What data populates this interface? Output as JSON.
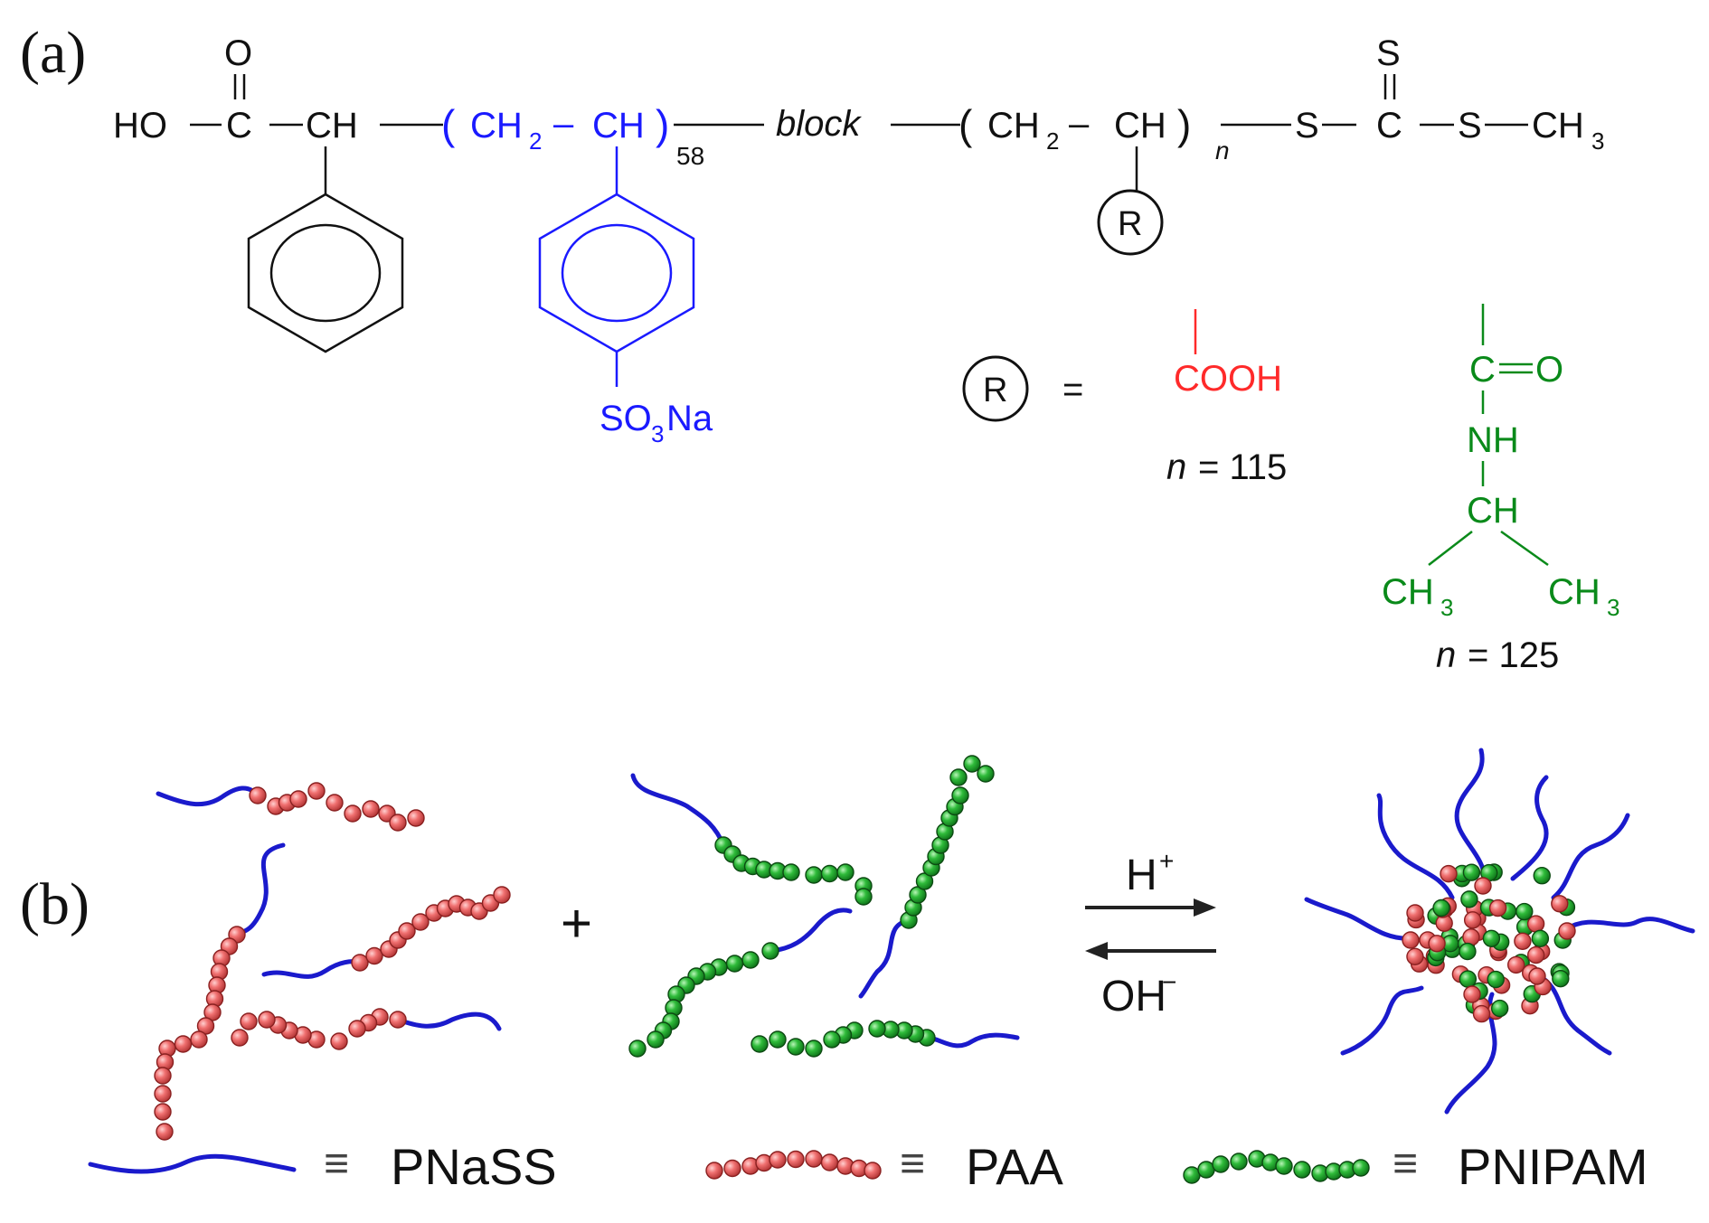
{
  "panel_a": {
    "label": "(a)",
    "colors": {
      "black": "#111111",
      "blue": "#1a1aff",
      "red": "#ff2a2a",
      "green": "#0a8a1a"
    },
    "end_group_left": {
      "ho": "HO",
      "carbonyl_o": "O",
      "c": "C",
      "ch": "CH"
    },
    "pnass_block": {
      "ch2": "CH",
      "sub2": "2",
      "dash": "–",
      "ch": "CH",
      "subscript": "58",
      "substituent_so3": "SO",
      "substituent_sub3": "3",
      "substituent_na": "Na"
    },
    "linker": "block",
    "second_block": {
      "ch2": "CH",
      "sub2": "2",
      "dash": "–",
      "ch": "CH",
      "subscript": "n",
      "r": "R"
    },
    "end_group_right": {
      "s1": "S",
      "c": "C",
      "thione_s": "S",
      "s2": "S",
      "ch3": "CH",
      "sub3": "3"
    },
    "r_definition": {
      "r": "R",
      "equals": "=",
      "paa": {
        "group": "COOH",
        "n_label": "n",
        "n_value": "= 115"
      },
      "pnipam": {
        "carbonyl": "C",
        "o": "O",
        "nh": "NH",
        "ch": "CH",
        "ch3_left": "CH",
        "ch3_right": "CH",
        "sub3": "3",
        "n_label": "n",
        "n_value": "= 125"
      }
    }
  },
  "panel_b": {
    "label": "(b)",
    "plus": "+",
    "forward_arrow": {
      "label": "H",
      "superscript": "+"
    },
    "reverse_arrow": {
      "label": "OH",
      "superscript": "−"
    },
    "colors": {
      "pnass_chain": "#1a1acc",
      "paa_bead": "#f07070",
      "paa_bead_edge": "#8a2020",
      "pnipam_bead": "#2fbb3a",
      "pnipam_bead_edge": "#0c4a12",
      "arrow": "#222222"
    },
    "legend": [
      {
        "symbol": "≡",
        "label": "PNaSS"
      },
      {
        "symbol": "≡",
        "label": "PAA"
      },
      {
        "symbol": "≡",
        "label": "PNIPAM"
      }
    ]
  }
}
